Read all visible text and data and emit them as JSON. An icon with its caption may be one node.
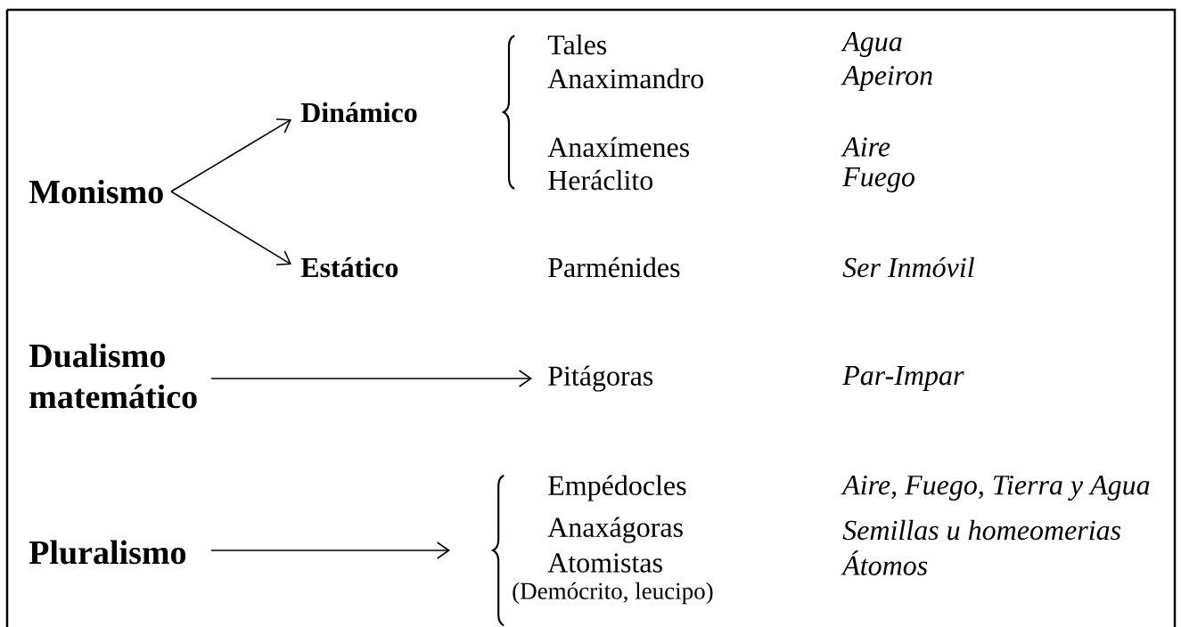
{
  "diagram": {
    "nodes": [
      {
        "text": [
          "Monismo"
        ]
      },
      {
        "text": [
          "Dinámico"
        ]
      },
      {
        "text": [
          "Estático"
        ]
      },
      {
        "text": [
          "Dualismo matemático"
        ]
      },
      {
        "text": [
          "Pitágoras"
        ]
      },
      {
        "text": [
          "Pluralismo"
        ]
      },
      {
        "text": [],
        "shape": "brace"
      }
    ],
    "edges": [
      {
        "from": 0,
        "to": 1,
        "arrow": "to"
      },
      {
        "from": 0,
        "to": 2,
        "arrow": "to"
      },
      {
        "from": 3,
        "to": 4,
        "arrow": "to"
      },
      {
        "from": 5,
        "to": 6,
        "arrow": "to"
      }
    ],
    "labels": [
      "Tales",
      "Agua",
      "Anaximandro",
      "Apeiron",
      "Anaxímenes",
      "Aire",
      "Heráclito",
      "Fuego",
      "Parménides",
      "Ser Inmóvil",
      "Par-Impar",
      "Empédocles",
      "Aire, Fuego, Tierra y Agua",
      "Anaxágoras",
      "Semillas u homeomerias",
      "Atomistas",
      "Átomos",
      "(Demócrito, leucipo)"
    ]
  }
}
